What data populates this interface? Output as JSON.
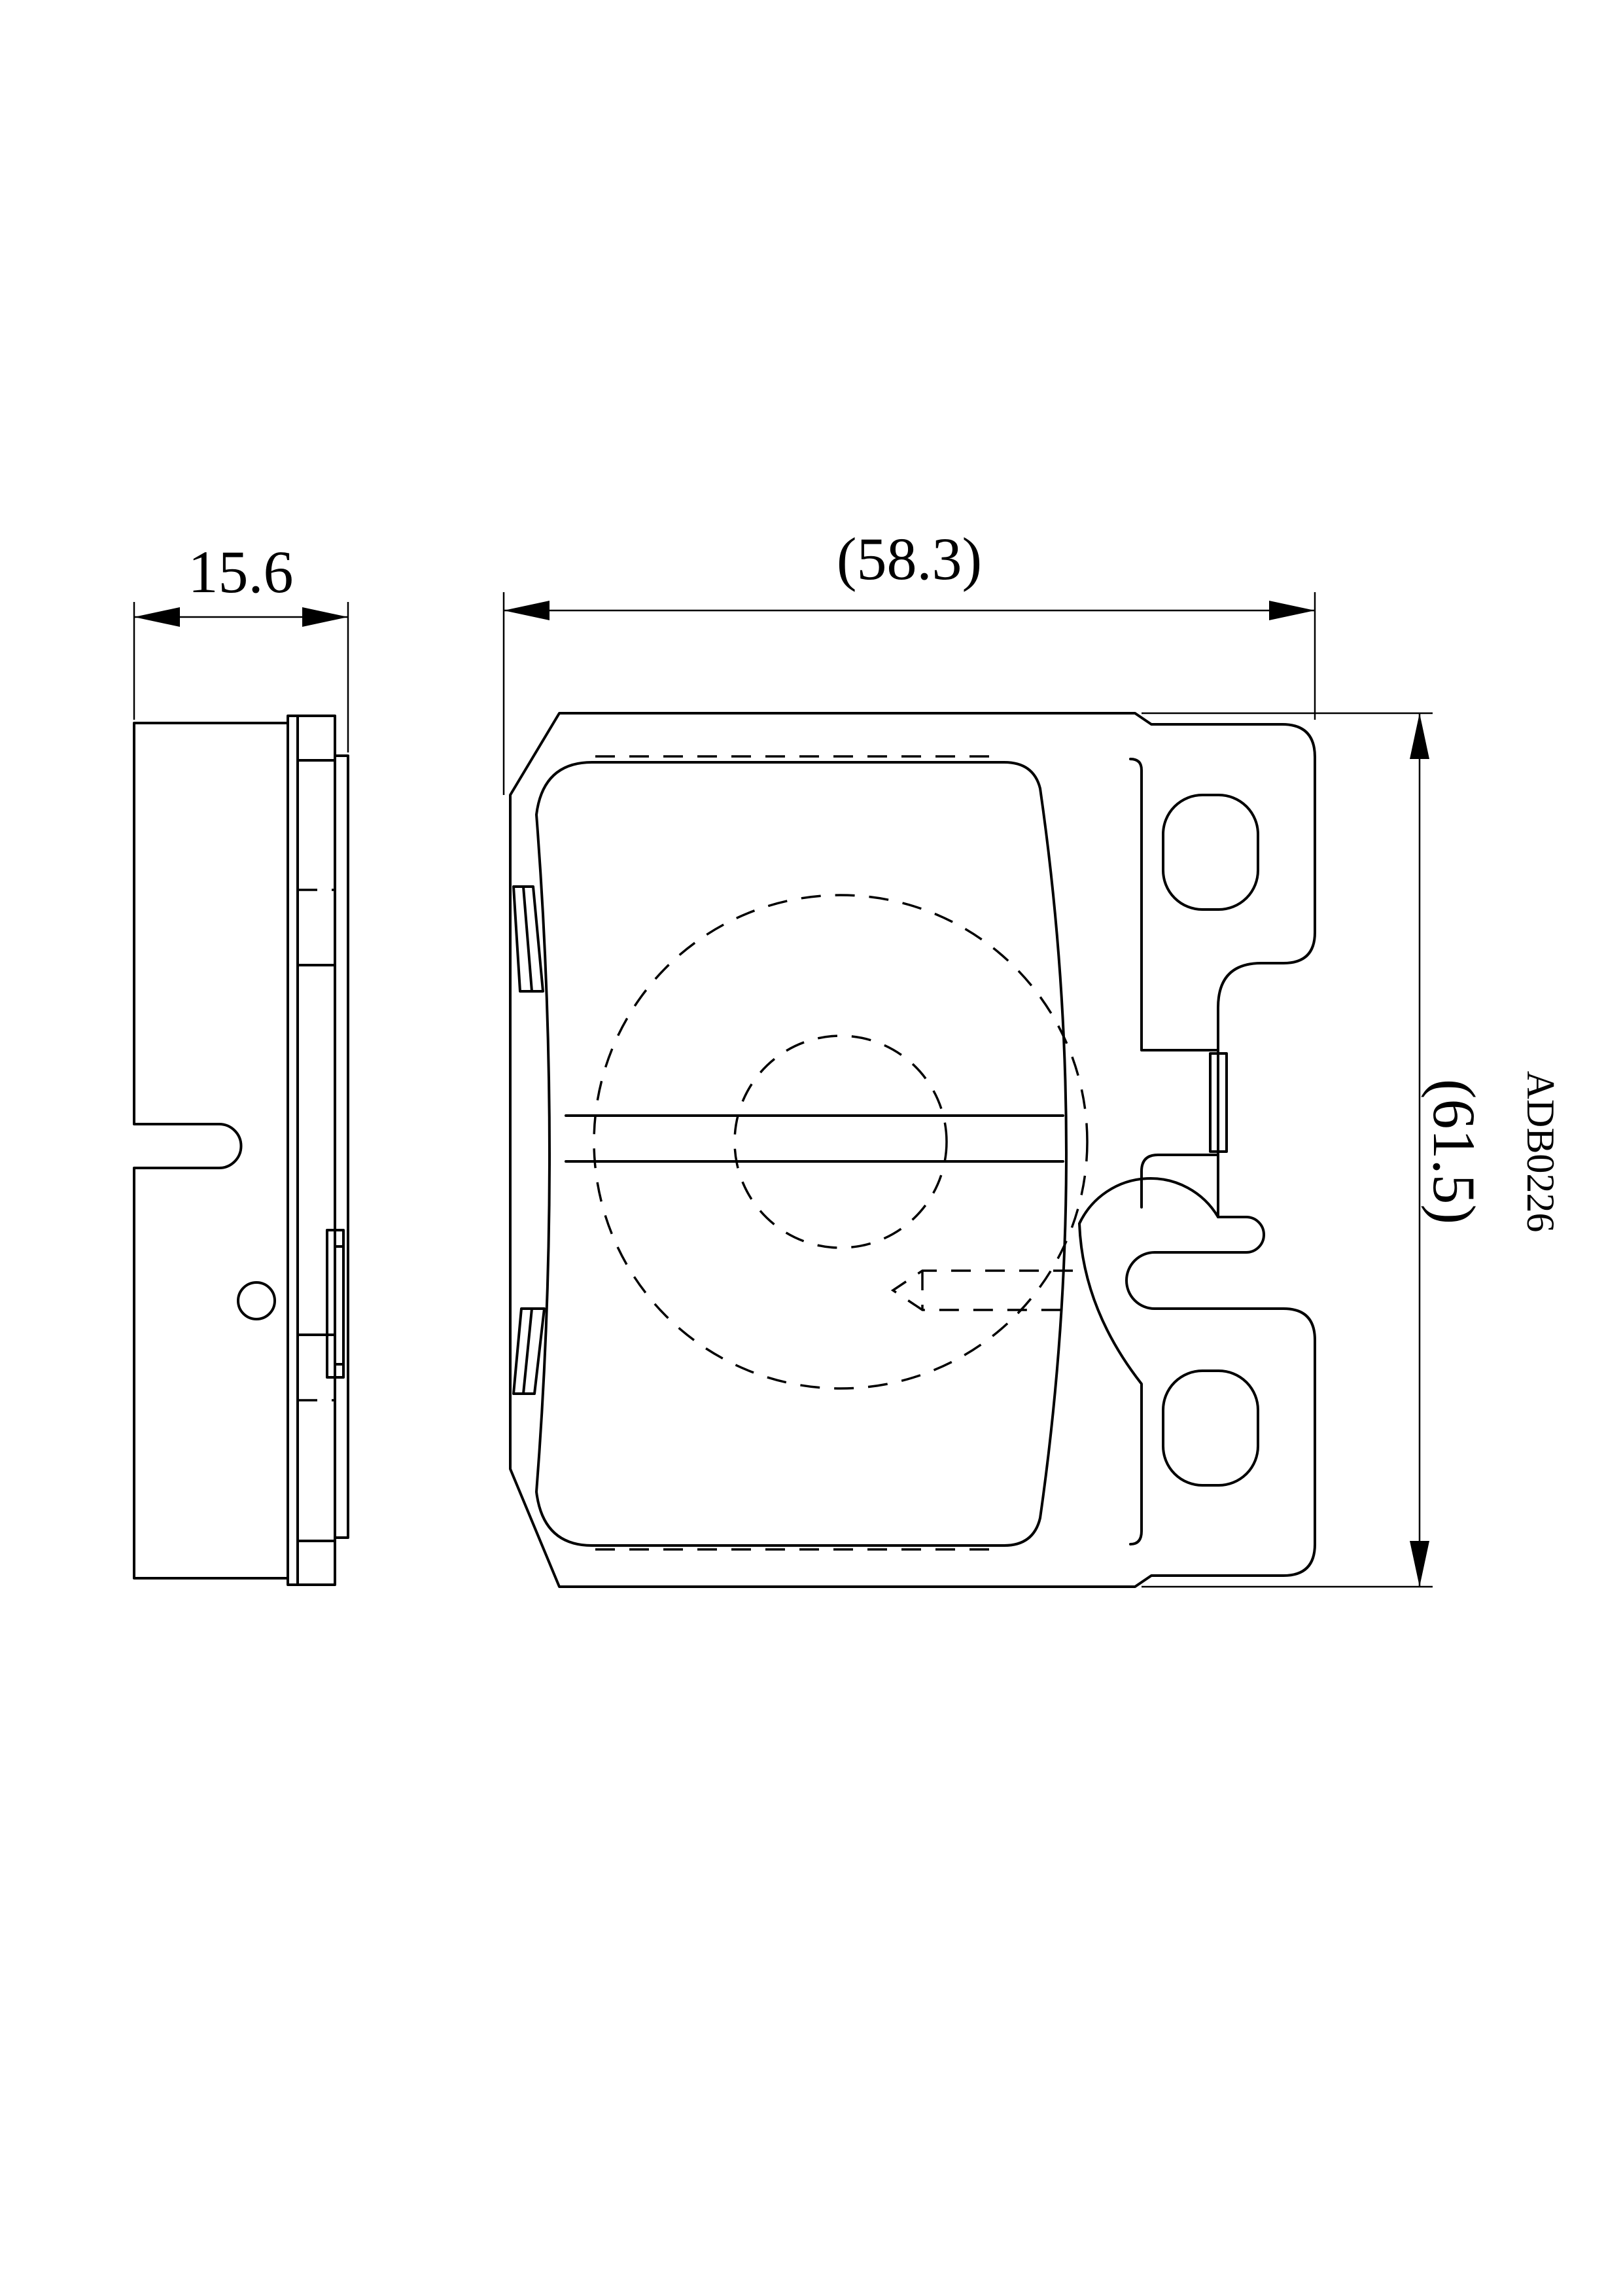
{
  "dimensions": {
    "thickness": "15.6",
    "width": "(58.3)",
    "height": "(61.5)"
  },
  "part_code": "ADB0226"
}
